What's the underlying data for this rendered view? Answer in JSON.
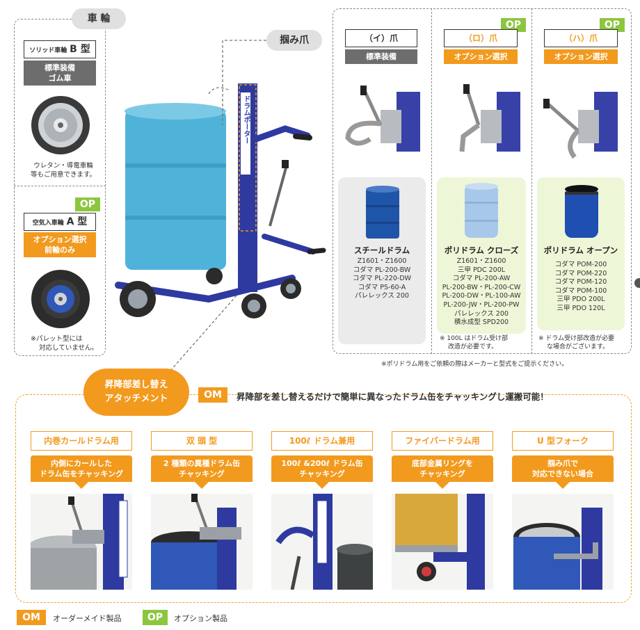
{
  "colors": {
    "accent_orange": "#f29a1e",
    "op_green": "#8cc63f",
    "frame_blue": "#2e3aa0",
    "drum_cyan": "#4fb3d9"
  },
  "wheels": {
    "title": "車 輪",
    "solid": {
      "header_prefix": "ソリッド車輪",
      "header_model": "B 型",
      "tag_line1": "標準装備",
      "tag_line2": "ゴム車",
      "note_line1": "ウレタン・導電車輪",
      "note_line2": "等もご用意できます。"
    },
    "air": {
      "op_badge": "OP",
      "header_prefix": "空気入車輪",
      "header_model": "A 型",
      "tag_line1": "オプション選択",
      "tag_line2": "前輪のみ",
      "note_line1": "※パレット型には",
      "note_line2": "対応していません。"
    }
  },
  "product": {
    "label": "ドラムポーター"
  },
  "claws": {
    "title": "掴み爪",
    "items": [
      {
        "name": "（イ）爪",
        "tag": "標準装備",
        "op": "",
        "drum_name": "スチールドラム",
        "models": [
          "Z1601・Z1600",
          "コダマ PL-200-BW",
          "コダマ PL-220-DW",
          "コダマ PS-60-A",
          "パレレックス 200"
        ],
        "note1": "",
        "note2": ""
      },
      {
        "name": "（ロ）爪",
        "tag": "オプション選択",
        "op": "OP",
        "drum_name": "ポリドラム クローズ",
        "models": [
          "Z1601・Z1600",
          "三甲 PDC 200L",
          "コダマ PL-200-AW",
          "PL-200-BW・PL-200-CW",
          "PL-200-DW・PL-100-AW",
          "PL-200-JW・PL-200-PW",
          "パレレックス 200",
          "積水成型 SPD200"
        ],
        "note1": "※ 100L はドラム受け部",
        "note2": "改造が必要です。"
      },
      {
        "name": "（ハ）爪",
        "tag": "オプション選択",
        "op": "OP",
        "drum_name": "ポリドラム オープン",
        "models": [
          "コダマ POM-200",
          "コダマ POM-220",
          "コダマ POM-120",
          "コダマ POM-100",
          "三甲 PDO 200L",
          "三甲 PDO 120L"
        ],
        "note1": "※ ドラム受け部改造が必要",
        "note2": "な場合がございます。"
      }
    ],
    "footnote": "※ポリドラム用をご依頼の際はメーカーと型式をご提示ください。"
  },
  "attachments": {
    "bubble_line1": "昇降部差し替え",
    "bubble_line2": "アタッチメント",
    "om_badge": "OM",
    "headline": "昇降部を差し替えるだけで簡単に異なったドラム缶をチャッキングし運搬可能！",
    "items": [
      {
        "title": "内巻カールドラム用",
        "desc1": "内側にカールした",
        "desc2": "ドラム缶をチャッキング"
      },
      {
        "title": "双 頭 型",
        "desc1": "2 種類の異種ドラム缶",
        "desc2": "チャッキング"
      },
      {
        "title": "100ℓ ドラム兼用",
        "desc1": "100ℓ &200ℓ ドラム缶",
        "desc2": "チャッキング"
      },
      {
        "title": "ファイバードラム用",
        "desc1": "底部金属リングを",
        "desc2": "チャッキング"
      },
      {
        "title": "U 型フォーク",
        "desc1": "掴み爪で",
        "desc2": "対応できない場合"
      }
    ]
  },
  "legend": {
    "om_badge": "OM",
    "om_label": "オーダーメイド製品",
    "op_badge": "OP",
    "op_label": "オプション製品"
  }
}
